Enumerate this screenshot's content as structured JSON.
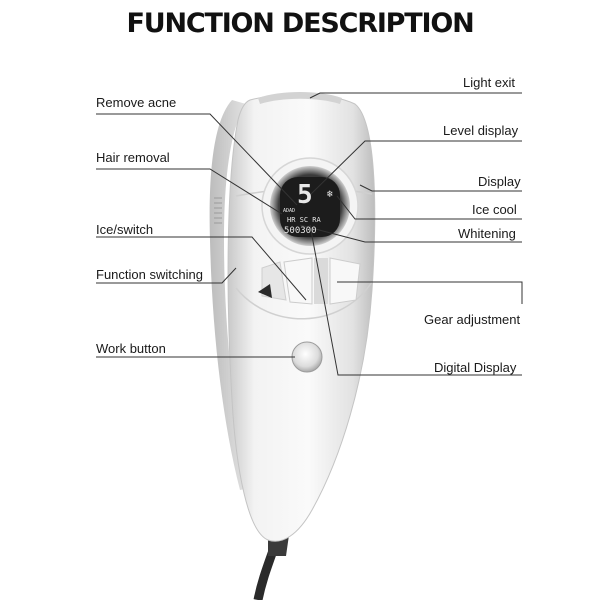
{
  "title": "FUNCTION DESCRIPTION",
  "labels": {
    "remove_acne": "Remove acne",
    "hair_removal": "Hair removal",
    "ice_switch": "Ice/switch",
    "function_switching": "Function switching",
    "work_button": "Work button",
    "light_exit": "Light exit",
    "level_display": "Level display",
    "display": "Display",
    "ice_cool": "Ice cool",
    "whitening": "Whitening",
    "gear_adjustment": "Gear adjustment",
    "digital_display": "Digital Display"
  },
  "lcd": {
    "level": "5",
    "small_left": "ADAD",
    "modes": "HR SC RA",
    "counter": "500300",
    "snow_icon": "snowflake-icon"
  },
  "colors": {
    "device_body": "#eeeeee",
    "screen": "#1c1c1c",
    "cable": "#2a2a2a",
    "leader_line": "#333333"
  }
}
